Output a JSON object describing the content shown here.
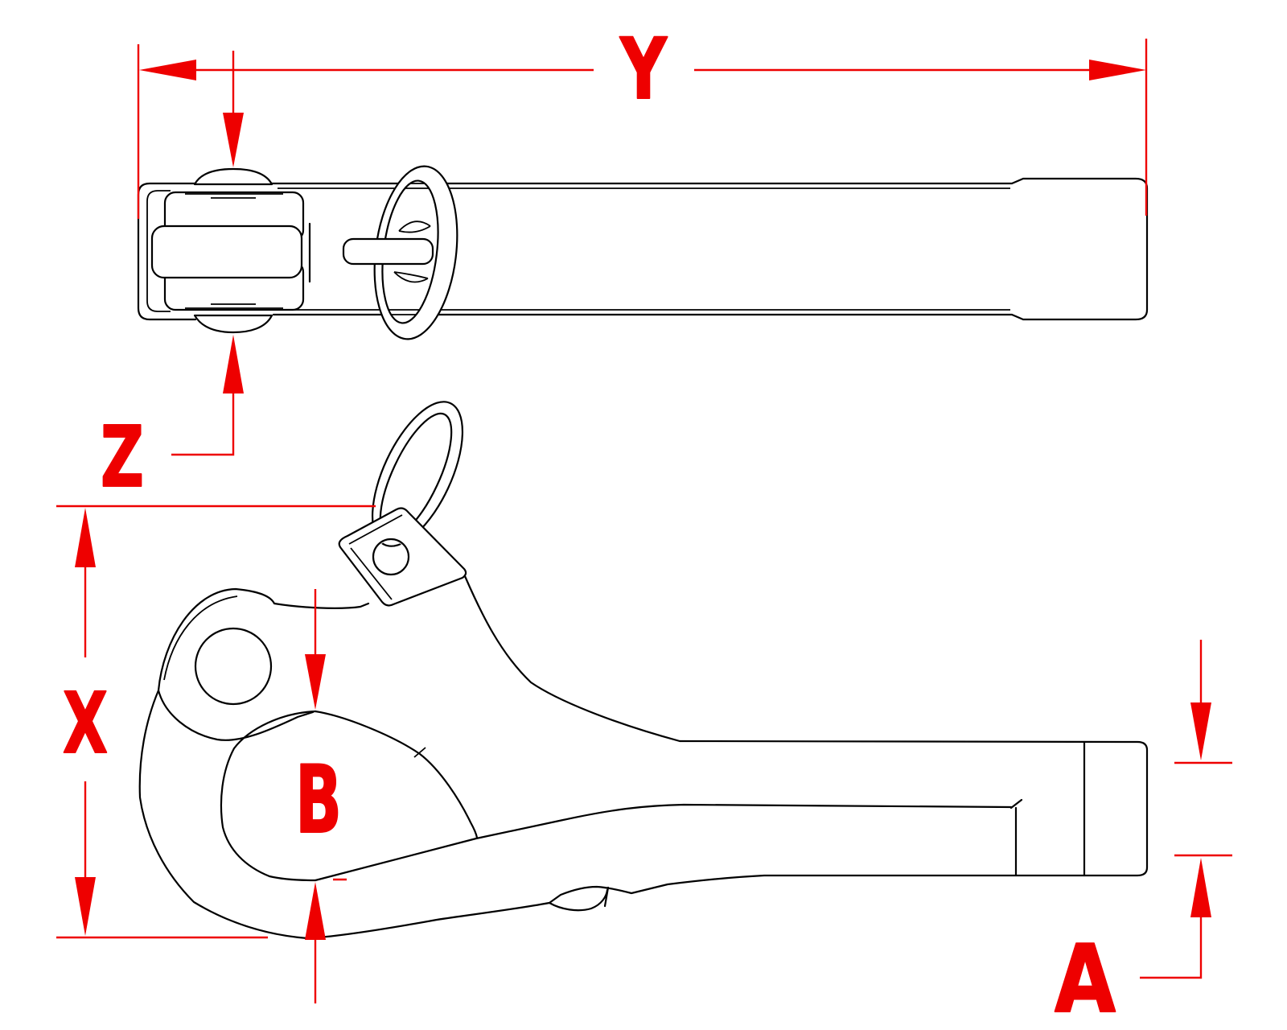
{
  "drawing": {
    "type": "technical-dimension-drawing",
    "part": "pelican-hook lever tensioner, top view and side view",
    "labels": {
      "Y": "Y",
      "Z": "Z",
      "X": "X",
      "B": "B",
      "A": "A"
    },
    "colors": {
      "line": "#000000",
      "dim": "#ee0000",
      "bg": "#ffffff"
    }
  }
}
